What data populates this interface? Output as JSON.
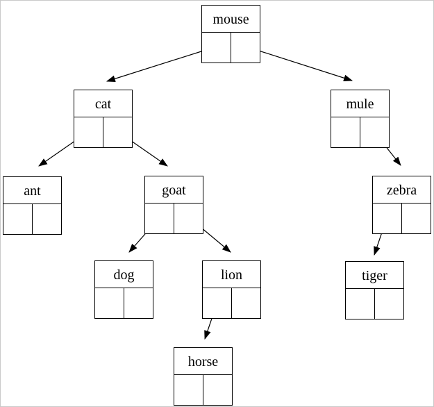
{
  "diagram": {
    "type": "binary-tree",
    "root": "mouse",
    "nodes": [
      {
        "label": "mouse",
        "left": "cat",
        "right": "mule"
      },
      {
        "label": "cat",
        "left": "ant",
        "right": "goat"
      },
      {
        "label": "mule",
        "left": null,
        "right": "zebra"
      },
      {
        "label": "ant",
        "left": null,
        "right": null
      },
      {
        "label": "goat",
        "left": "dog",
        "right": "lion"
      },
      {
        "label": "zebra",
        "left": "tiger",
        "right": null
      },
      {
        "label": "dog",
        "left": null,
        "right": null
      },
      {
        "label": "lion",
        "left": "horse",
        "right": null
      },
      {
        "label": "tiger",
        "left": null,
        "right": null
      },
      {
        "label": "horse",
        "left": null,
        "right": null
      }
    ],
    "edges": [
      {
        "from": "mouse",
        "pointer": "left",
        "to": "cat"
      },
      {
        "from": "mouse",
        "pointer": "right",
        "to": "mule"
      },
      {
        "from": "cat",
        "pointer": "left",
        "to": "ant"
      },
      {
        "from": "cat",
        "pointer": "right",
        "to": "goat"
      },
      {
        "from": "mule",
        "pointer": "right",
        "to": "zebra"
      },
      {
        "from": "goat",
        "pointer": "left",
        "to": "dog"
      },
      {
        "from": "goat",
        "pointer": "right",
        "to": "lion"
      },
      {
        "from": "zebra",
        "pointer": "left",
        "to": "tiger"
      },
      {
        "from": "lion",
        "pointer": "left",
        "to": "horse"
      }
    ],
    "colors": {
      "line": "#000000",
      "background": "#ffffff",
      "page_border": "#c9c9c9"
    }
  }
}
